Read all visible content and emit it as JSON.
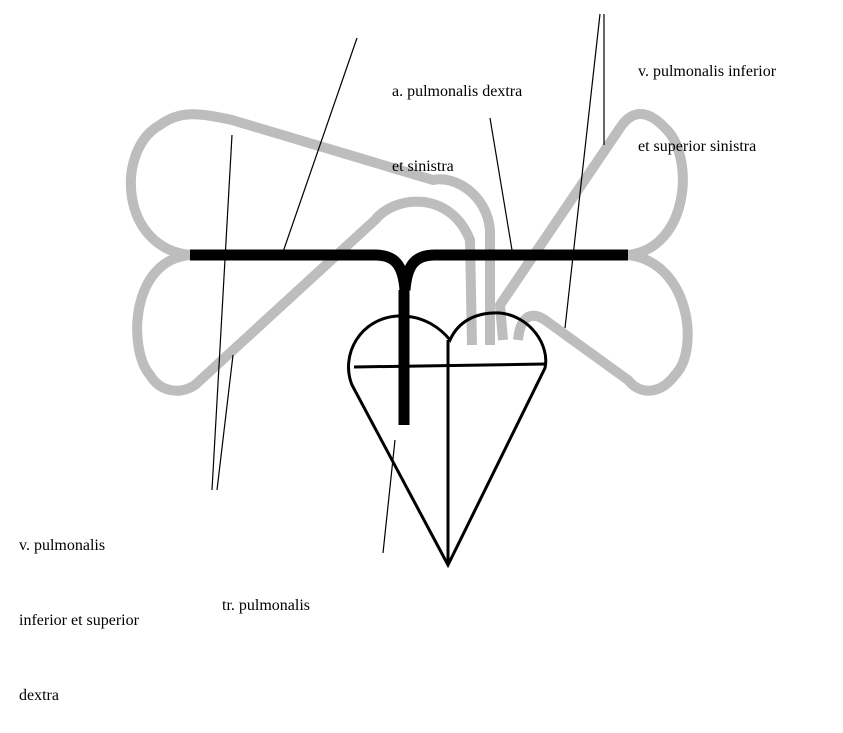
{
  "labels": {
    "a_pulmonalis": {
      "line1": "a. pulmonalis dextra",
      "line2": "et sinistra"
    },
    "v_pulm_sinistra": {
      "line1": "v. pulmonalis inferior",
      "line2": "et superior sinistra"
    },
    "v_pulm_dextra": {
      "line1": "v. pulmonalis",
      "line2": "inferior et superior",
      "line3": "dextra"
    },
    "tr_pulmonalis": {
      "line1": "tr. pulmonalis"
    }
  },
  "colors": {
    "vein": "#bdbdbd",
    "artery": "#000000",
    "outline": "#000000"
  }
}
